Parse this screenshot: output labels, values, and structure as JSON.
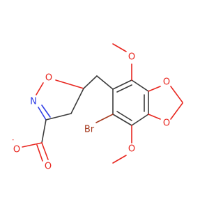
{
  "molecule": {
    "atoms": {
      "isoxazoline_o": "O",
      "isoxazoline_n": "N",
      "carboxylate_o_single": "O",
      "carboxylate_o_double": "O",
      "methoxy_top_o": "O",
      "methoxy_bottom_o": "O",
      "dioxole_o_top": "O",
      "dioxole_o_bottom": "O",
      "bromine": "Br"
    },
    "charges": {
      "carboxylate_negative": "-"
    },
    "colors": {
      "oxygen": "#e8261f",
      "nitrogen": "#2f3de6",
      "bromine": "#a53a1f",
      "carbon_bond": "#3a3a3a"
    }
  }
}
